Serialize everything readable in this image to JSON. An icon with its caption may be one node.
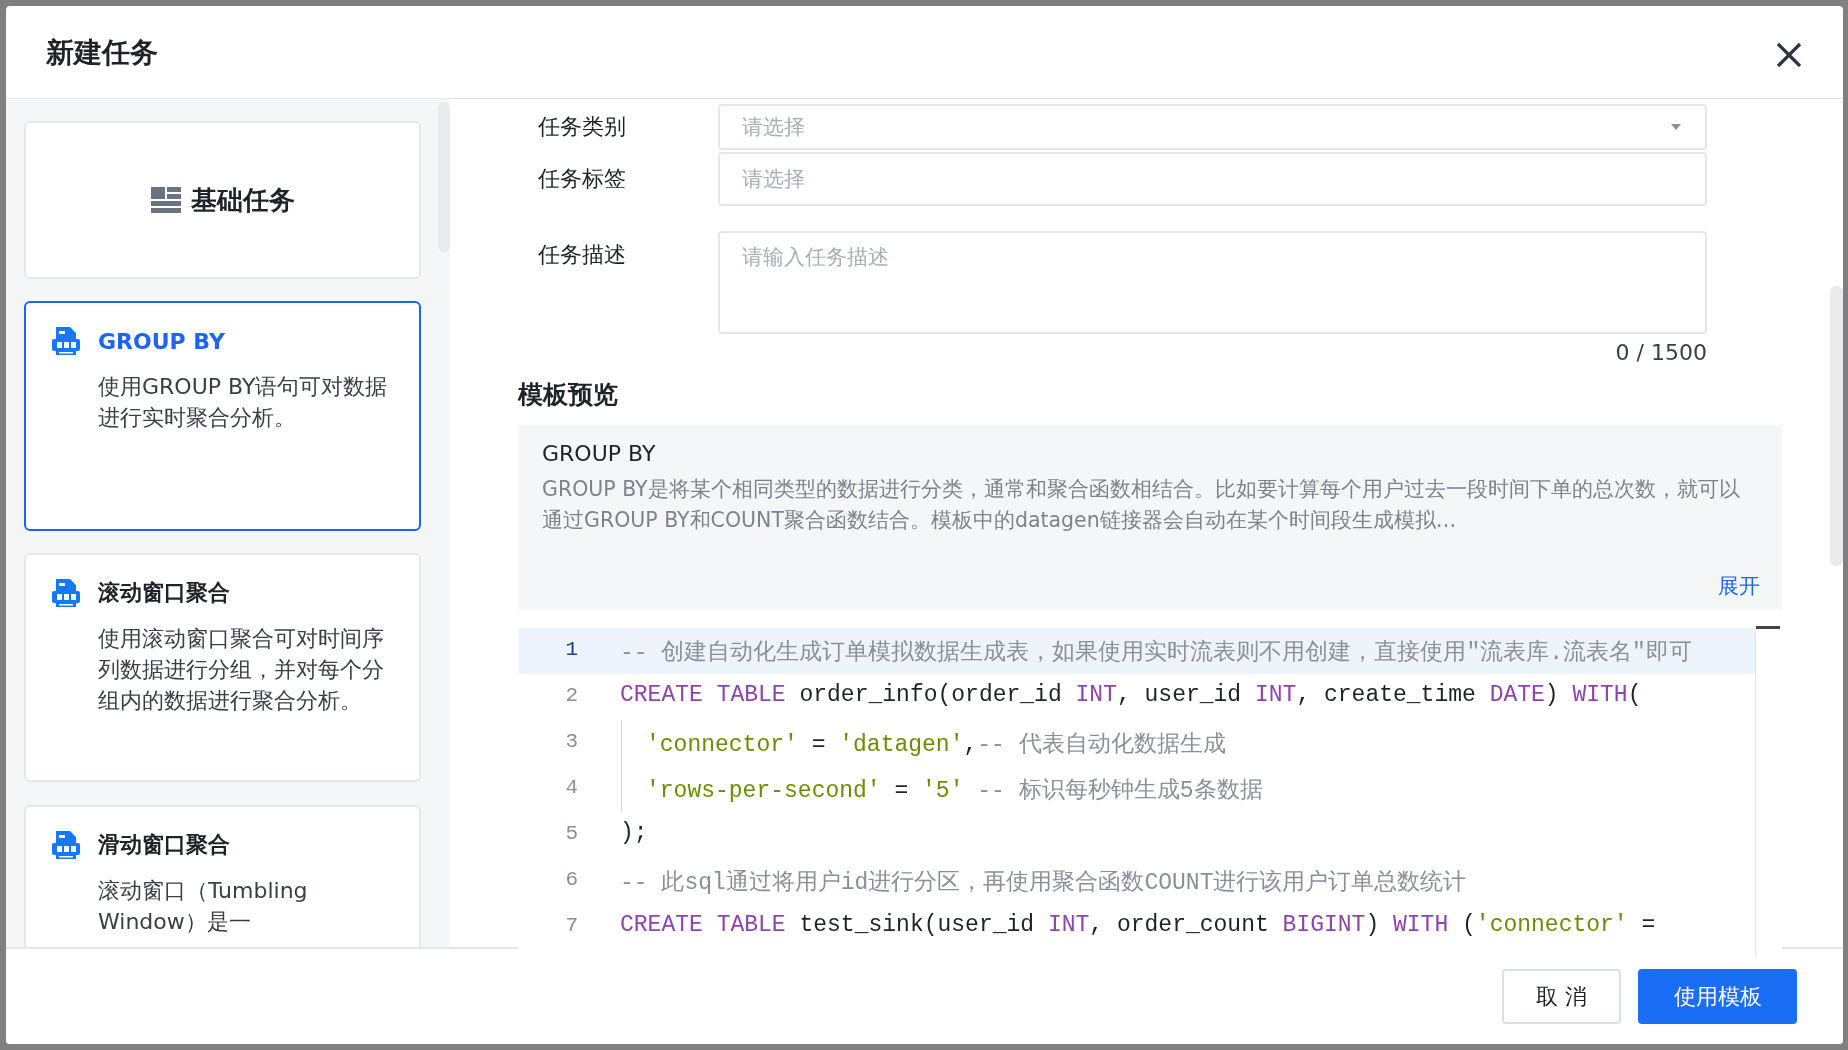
{
  "diagram": {
    "title": "新建任务",
    "nodes": [
      {
        "text": [
          "基础任务"
        ]
      },
      {
        "text": [
          "GROUP BY",
          "使用GROUP BY语句可对数据进行实时聚合分析。"
        ]
      },
      {
        "text": [
          "滚动窗口聚合",
          "使用滚动窗口聚合可对时间序列数据进行分组，并对每个分组内的数据进行聚合分析。"
        ]
      },
      {
        "text": [
          "滑动窗口聚合",
          "滚动窗口（Tumbling Window）是一"
        ]
      },
      {
        "text": [
          "请选择"
        ]
      },
      {
        "text": [
          "请选择"
        ]
      },
      {
        "text": [
          "请输入任务描述"
        ],
        "beside": [
          "0 / 1500"
        ]
      },
      {
        "text": [
          "GROUP BY",
          "GROUP BY是将某个相同类型的数据进行分类，通常和聚合函数相结合。比如要计算每个用户过去一段时间下单的总次数，就可以通过GROUP BY和COUNT聚合函数结合。模板中的datagen链接器会自动在某个时间段生成模拟…",
          "展开"
        ]
      },
      {
        "text": [
          "1",
          "-- 创建自动化生成订单模拟数据生成表，如果使用实时流表则不用创建，直接使用\"流表库.流表名\"即可",
          "2",
          "CREATE TABLE order_info(order_id INT, user_id INT, create_time DATE) WITH(",
          "3",
          "'connector' = 'datagen',-- 代表自动化数据生成",
          "4",
          "'rows-per-second' = '5' -- 标识每秒钟生成5条数据",
          "5",
          ");",
          "6",
          "-- 此sql通过将用户id进行分区，再使用聚合函数COUNT进行该用户订单总数统计",
          "7",
          "CREATE TABLE test_sink(user_id INT, order_count BIGINT) WITH ('connector' ="
        ]
      },
      {
        "text": [
          "取 消"
        ]
      },
      {
        "text": [
          "使用模板"
        ]
      }
    ],
    "labels": [
      "任务类别",
      "任务标签",
      "任务描述",
      "模板预览"
    ]
  }
}
